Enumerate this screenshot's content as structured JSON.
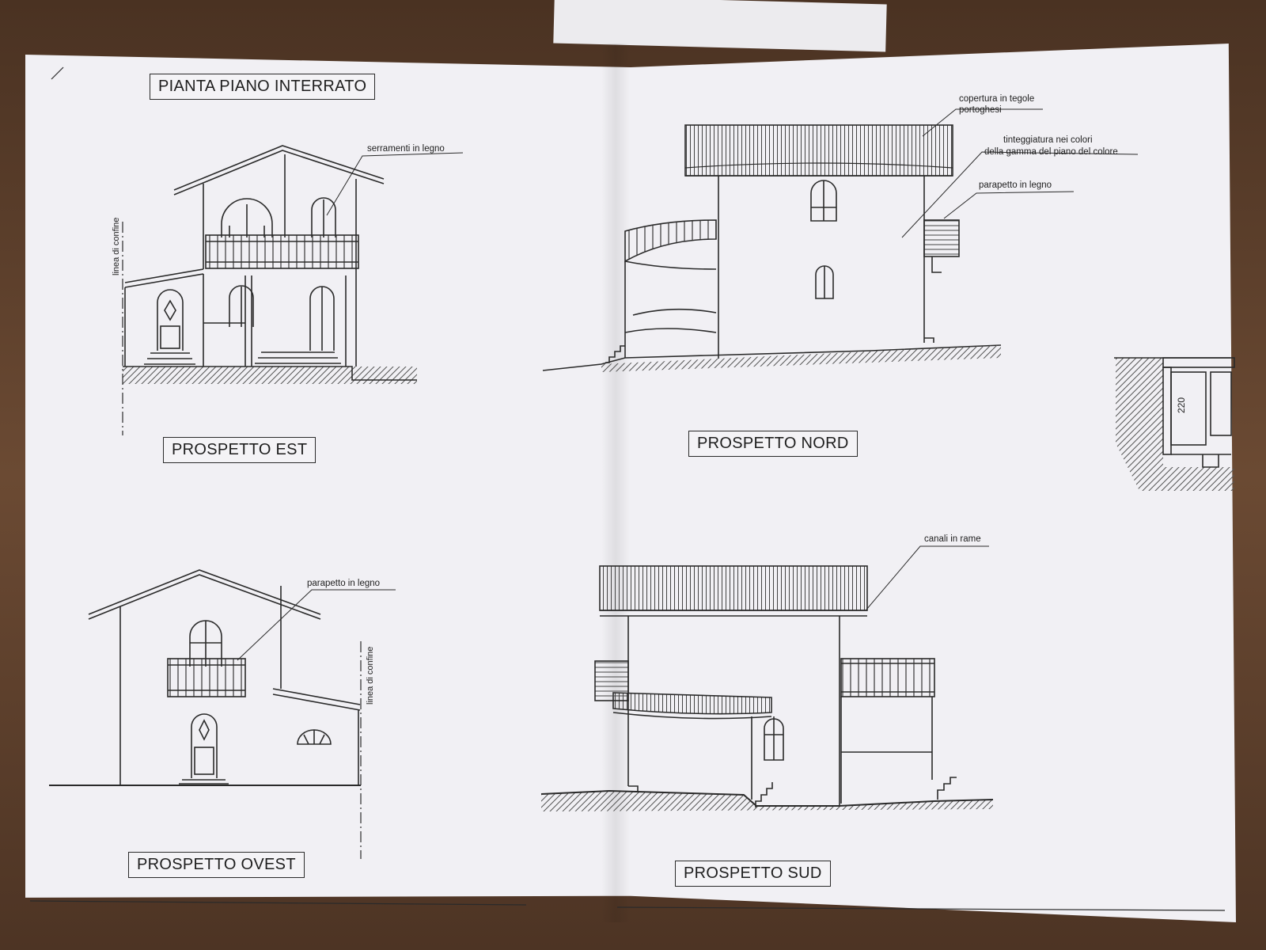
{
  "titles": {
    "plan": "PIANTA PIANO INTERRATO",
    "east": "PROSPETTO EST",
    "north": "PROSPETTO NORD",
    "west": "PROSPETTO OVEST",
    "south": "PROSPETTO SUD"
  },
  "annotations": {
    "window_frames": "serramenti in legno",
    "boundary_line_east": "linea di confine",
    "roof_tiles_line1": "copertura in tegole",
    "roof_tiles_line2": "portoghesi",
    "paint_line1": "tinteggiatura nei colori",
    "paint_line2": "della gamma del piano del colore",
    "parapet_north": "parapetto in legno",
    "parapet_west": "parapetto in legno",
    "boundary_line_west": "linea di confine",
    "gutters": "canali in rame"
  },
  "dimensions": {
    "side_plan_height": "220"
  },
  "colors": {
    "paper": "#f1f0f4",
    "ink": "#2a2a2a",
    "table": "#5a3d2a"
  }
}
